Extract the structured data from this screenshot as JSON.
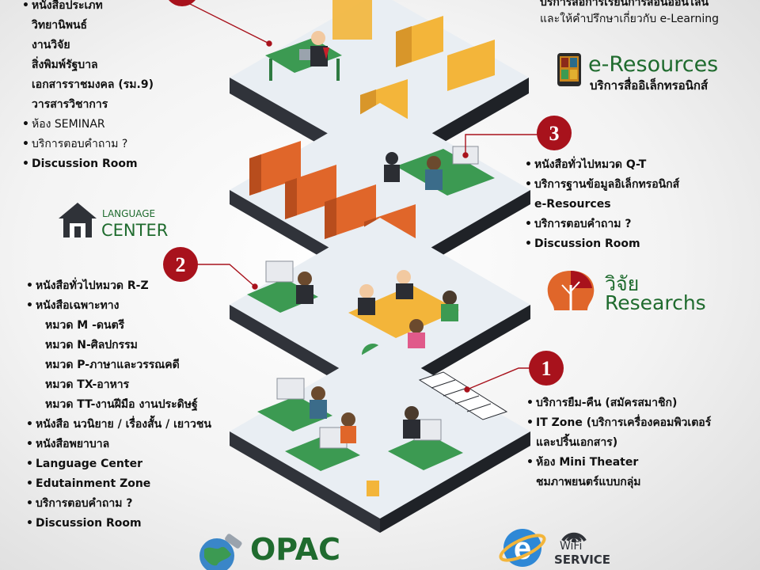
{
  "left_top_list": [
    {
      "text": "หนังสือประเภท",
      "bullet": true,
      "bold": true
    },
    {
      "text": "วิทยานิพนธ์",
      "bullet": false,
      "bold": true
    },
    {
      "text": "งานวิจัย",
      "bullet": false,
      "bold": true
    },
    {
      "text": "สิ่งพิมพ์รัฐบาล",
      "bullet": false,
      "bold": true
    },
    {
      "text": "เอกสารราชมงคล (รม.9)",
      "bullet": false,
      "bold": true
    },
    {
      "text": "วารสารวิชาการ",
      "bullet": false,
      "bold": true
    },
    {
      "text": "ห้อง SEMINAR",
      "bullet": true,
      "bold": false
    },
    {
      "text": "บริการตอบคำถาม ?",
      "bullet": true,
      "bold": false
    },
    {
      "text": "Discussion Room",
      "bullet": true,
      "bold": true
    }
  ],
  "top_right_header": {
    "line1": "บริการสื่อการเรียนการสอนออนไลน์",
    "line2": "และให้คำปรึกษาเกี่ยวกับ e-Learning"
  },
  "eresources": {
    "title": "e-Resources",
    "subtitle": "บริการสื่ออิเล็กทรอนิกส์"
  },
  "language_center": {
    "line1": "LANGUAGE",
    "line2": "CENTER"
  },
  "floor3": {
    "number": "3",
    "items": [
      {
        "text": "หนังสือทั่วไปหมวด Q-T",
        "bullet": true
      },
      {
        "text": "บริการฐานข้อมูลอิเล็กทรอนิกส์",
        "bullet": true
      },
      {
        "text": "e-Resources",
        "bullet": false
      },
      {
        "text": "บริการตอบคำถาม ?",
        "bullet": true
      },
      {
        "text": "Discussion Room",
        "bullet": true
      }
    ]
  },
  "floor2": {
    "number": "2",
    "items": [
      {
        "text": "หนังสือทั่วไปหมวด R-Z",
        "bullet": true,
        "indent": false
      },
      {
        "text": "หนังสือเฉพาะทาง",
        "bullet": true,
        "indent": false
      },
      {
        "text": "หมวด  M -ดนตรี",
        "bullet": false,
        "indent": true
      },
      {
        "text": "หมวด  N-ศิลปกรรม",
        "bullet": false,
        "indent": true
      },
      {
        "text": "หมวด  P-ภาษาและวรรณคดี",
        "bullet": false,
        "indent": true
      },
      {
        "text": "หมวด  TX-อาหาร",
        "bullet": false,
        "indent": true
      },
      {
        "text": "หมวด  TT-งานฝีมือ งานประดิษฐ์",
        "bullet": false,
        "indent": true
      },
      {
        "text": "หนังสือ นวนิยาย / เรื่องสั้น / เยาวชน",
        "bullet": true,
        "indent": false
      },
      {
        "text": "หนังสือพยาบาล",
        "bullet": true,
        "indent": false
      },
      {
        "text": "Language Center",
        "bullet": true,
        "indent": false
      },
      {
        "text": "Edutainment Zone",
        "bullet": true,
        "indent": false
      },
      {
        "text": "บริการตอบคำถาม ?",
        "bullet": true,
        "indent": false
      },
      {
        "text": "Discussion Room",
        "bullet": true,
        "indent": false
      }
    ]
  },
  "research": {
    "line1": "วิจัย",
    "line2": "Researchs"
  },
  "floor1": {
    "number": "1",
    "items": [
      {
        "text": "บริการยืม-คืน (สมัครสมาชิก)",
        "bullet": true
      },
      {
        "text": "IT Zone  (บริการเครื่องคอมพิวเตอร์",
        "bullet": true
      },
      {
        "text": "และปริ้นเอกสาร)",
        "bullet": false
      },
      {
        "text": "ห้อง Mini Theater",
        "bullet": true
      },
      {
        "text": "ชมภาพยนตร์แบบกลุ่ม",
        "bullet": false
      }
    ]
  },
  "opac": {
    "label": "OPAC"
  },
  "wifi": {
    "line1": "WiFi",
    "line2": "SERVICE"
  },
  "colors": {
    "badge_red": "#a8121c",
    "leader_red": "#a8121c",
    "green_text": "#1f6b2e",
    "floor_top": "#e8eef4",
    "floor_side": "#2a2d33",
    "desk_green": "#3c9a52",
    "shelf_orange": "#e0662a",
    "shelf_yellow": "#f3b53a"
  },
  "icons": [
    "tablet-icon",
    "house-icon",
    "tree-head-icon",
    "globe-icon",
    "wifi-icon",
    "chair-icon",
    "computer-icon",
    "plant-icon",
    "person-icon"
  ]
}
